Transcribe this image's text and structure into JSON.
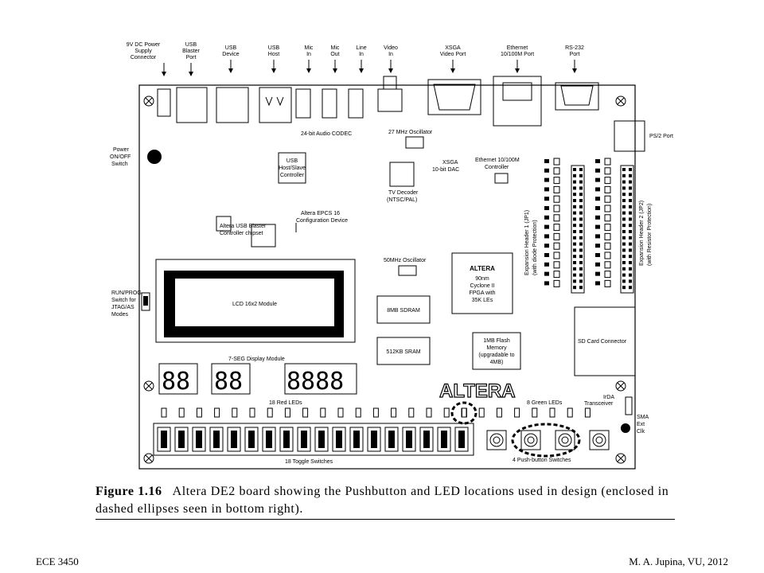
{
  "board": {
    "top_labels": [
      {
        "id": "power",
        "lines": [
          "9V DC Power",
          "Supply",
          "Connector"
        ]
      },
      {
        "id": "usb-blaster",
        "lines": [
          "USB",
          "Blaster",
          "Port"
        ]
      },
      {
        "id": "usb-device",
        "lines": [
          "USB",
          "Device"
        ]
      },
      {
        "id": "usb-host",
        "lines": [
          "USB",
          "Host"
        ]
      },
      {
        "id": "mic-in",
        "lines": [
          "Mic",
          "In"
        ]
      },
      {
        "id": "mic-out",
        "lines": [
          "Mic",
          "Out"
        ]
      },
      {
        "id": "line-in",
        "lines": [
          "Line",
          "In"
        ]
      },
      {
        "id": "video-in",
        "lines": [
          "Video",
          "In"
        ]
      },
      {
        "id": "xsga-port",
        "lines": [
          "XSGA",
          "Video Port"
        ]
      },
      {
        "id": "ethernet-port",
        "lines": [
          "Ethernet",
          "10/100M Port"
        ]
      },
      {
        "id": "rs232",
        "lines": [
          "RS-232",
          "Port"
        ]
      }
    ],
    "chips": {
      "audio_codec": "24-bit Audio CODEC",
      "osc27": "27 MHz Oscillator",
      "usb_controller": [
        "USB",
        "Host/Slave",
        "Controller"
      ],
      "xsga_dac": [
        "XSGA",
        "10-bit DAC"
      ],
      "ethernet_controller": [
        "Ethernet 10/100M",
        "Controller"
      ],
      "tv_decoder": [
        "TV Decoder",
        "(NTSC/PAL)"
      ],
      "usb_blaster_chip": [
        "Altera USB Blaster",
        "Controller chipset"
      ],
      "epcs": [
        "Altera EPCS 16",
        "Configuration Device"
      ],
      "osc50": "50MHz Oscillator",
      "fpga": [
        "90nm",
        "Cyclone II",
        "FPGA with",
        "35K LEs"
      ],
      "sdram": "8MB SDRAM",
      "sram": "512KB SRAM",
      "flash": [
        "1MB Flash",
        "Memory",
        "(upgradable to",
        "4MB)"
      ],
      "lcd": "LCD 16x2 Module",
      "sd_card": "SD Card Connector",
      "altera_logo": "ALTERA"
    },
    "side_labels": {
      "power_switch": [
        "Power",
        "ON/OFF",
        "Switch"
      ],
      "run_prog": [
        "RUN/PROG",
        "Switch for",
        "JTAG/AS",
        "Modes"
      ],
      "ps2": "PS/2 Port",
      "exp1": [
        "Expansion Header 1 (JP1)",
        "(with diode Protection)"
      ],
      "exp2": [
        "Expansion Header 2 (JP2)",
        "(with Resistor Protection)"
      ],
      "sma": [
        "SMA",
        "Ext",
        "Clk"
      ],
      "irda": [
        "IrDA",
        "Transceiver"
      ]
    },
    "bottom_labels": {
      "seg7": "7-SEG Display Module",
      "red_leds": "18 Red LEDs",
      "green_leds": "8 Green LEDs",
      "toggle_switches": "18 Toggle Switches",
      "pushbuttons": "4 Push-button Switches"
    },
    "seg7_digits": [
      "88",
      "88",
      "8888"
    ],
    "counts": {
      "red_leds": 18,
      "green_leds": 8,
      "toggle_switches": 18,
      "pushbuttons": 4
    }
  },
  "caption": {
    "figure": "Figure 1.16",
    "text": "Altera DE2 board showing the Pushbutton and LED locations used in design (enclosed in dashed ellipses seen in bottom right)."
  },
  "footer": {
    "left": "ECE 3450",
    "right": "M. A. Jupina, VU, 2012"
  }
}
